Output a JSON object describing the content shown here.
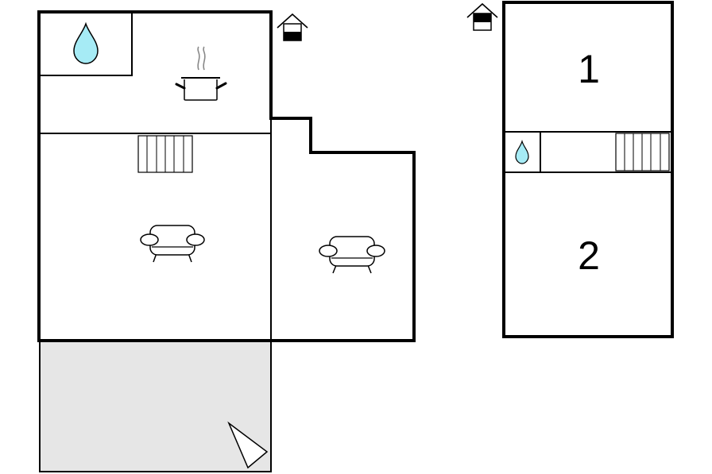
{
  "floors": [
    {
      "id": "ground-floor",
      "rooms": [
        "bathroom",
        "kitchen",
        "living-room",
        "living-room-annex",
        "terrace"
      ]
    },
    {
      "id": "upper-floor",
      "rooms": [
        {
          "id": "bedroom-1",
          "label": "1"
        },
        {
          "id": "hallway-bathroom"
        },
        {
          "id": "bedroom-2",
          "label": "2"
        }
      ]
    }
  ],
  "icons": [
    "water-drop-icon",
    "cooking-pot-icon",
    "stairs-icon",
    "sofa-icon",
    "house-entrance-icon",
    "compass-arrow-icon"
  ],
  "colors": {
    "wall": "#000000",
    "terrace_fill": "#e6e6e6",
    "water": "#a6ebf5",
    "steam": "#888888"
  }
}
